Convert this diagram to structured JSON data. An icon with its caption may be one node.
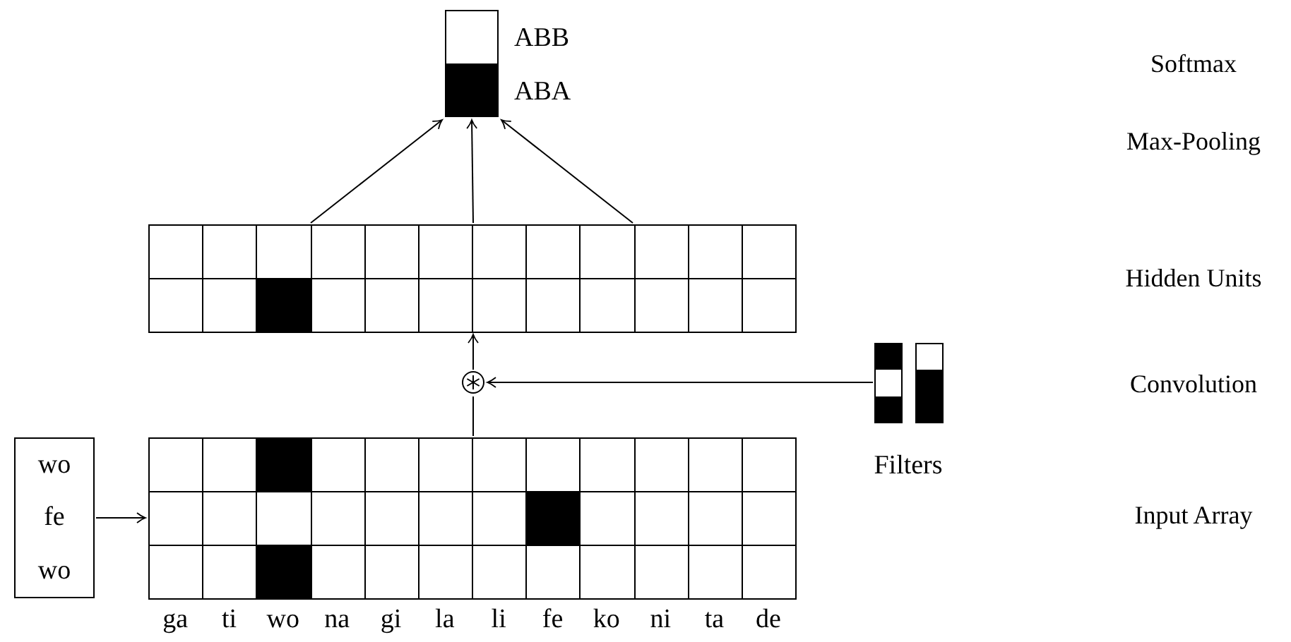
{
  "diagram": {
    "nodes": [
      {
        "text": [],
        "shape": "bar",
        "beside": [
          "ABB",
          "ABA"
        ]
      },
      {
        "text": [],
        "shape": "box"
      },
      {
        "text": [],
        "shape": "circle"
      },
      {
        "text": [
          "Filters"
        ]
      },
      {
        "text": [
          "wo",
          "fe",
          "wo"
        ]
      },
      {
        "text": [],
        "shape": "box",
        "beside": [
          "ga",
          "ti",
          "wo",
          "na",
          "gi",
          "la",
          "li",
          "fe",
          "ko",
          "ni",
          "ta",
          "de"
        ]
      }
    ],
    "edges": [
      {
        "from": 1,
        "to": 0,
        "arrow": "to"
      },
      {
        "from": 1,
        "to": 0,
        "arrow": "to"
      },
      {
        "from": 1,
        "to": 0,
        "arrow": "to"
      },
      {
        "from": 2,
        "to": 1,
        "arrow": "to"
      },
      {
        "from": 5,
        "to": 2,
        "arrow": "none"
      },
      {
        "from": 3,
        "to": 2,
        "arrow": "to"
      },
      {
        "from": 4,
        "to": 5,
        "arrow": "to"
      }
    ],
    "labels": [
      "Softmax",
      "Max-Pooling",
      "Hidden Units",
      "Convolution",
      "Input Array"
    ]
  }
}
